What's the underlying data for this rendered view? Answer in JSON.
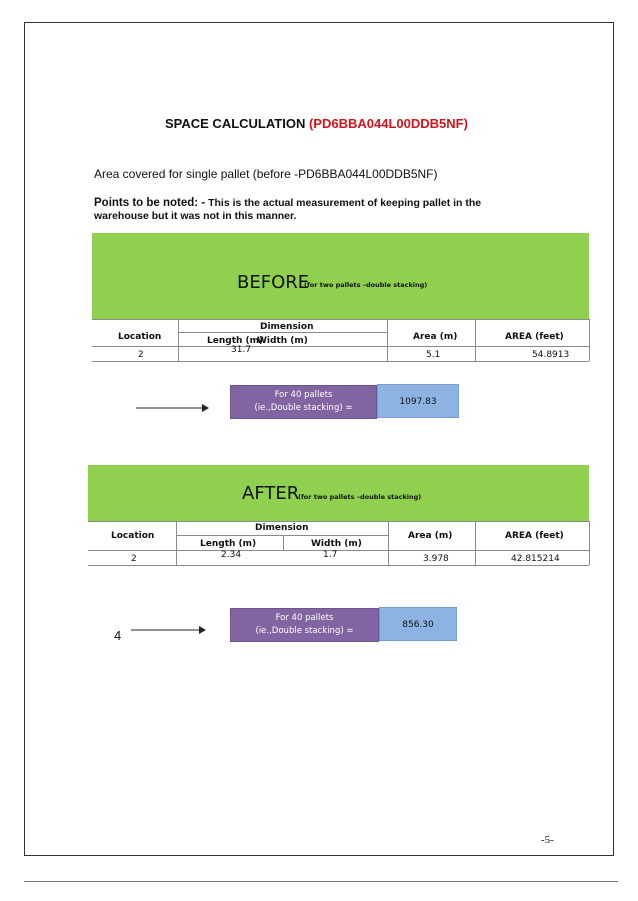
{
  "title": {
    "prefix": "SPACE CALCULATION ",
    "code": "(PD6BBA044L00DDB5NF)"
  },
  "area_line": "Area covered for single pallet (before -PD6BBA044L00DDB5NF)",
  "points": {
    "label": "Points to be noted: -",
    "text": " This is the actual measurement of keeping pallet in the warehouse but it was not in this manner."
  },
  "before": {
    "heading": "BEFORE",
    "note": "(for two pallets –double stacking)",
    "headers": {
      "location": "Location",
      "dimension": "Dimension",
      "length": "Length (m)",
      "width": "Width (m)",
      "area_m": "Area (m)",
      "area_ft": "AREA (feet)"
    },
    "row": {
      "location": "2",
      "length": "31.7",
      "width": "",
      "area_m": "5.1",
      "area_ft": "54.8913"
    },
    "total_label_1": "For 40 pallets",
    "total_label_2": "(ie.,Double stacking) =",
    "total_value": "1097.83"
  },
  "after": {
    "heading": "AFTER",
    "note": "(for two pallets –double stacking)",
    "headers": {
      "location": "Location",
      "dimension": "Dimension",
      "length": "Length (m)",
      "width": "Width (m)",
      "area_m": "Area (m)",
      "area_ft": "AREA (feet)"
    },
    "row": {
      "location": "2",
      "length": "2.34",
      "width": "1.7",
      "area_m": "3.978",
      "area_ft": "42.815214"
    },
    "total_label_1": "For 40 pallets",
    "total_label_2": "(ie.,Double stacking) =",
    "total_value": "856.30"
  },
  "side_number": "4",
  "page_number": "-5-",
  "colors": {
    "banner_green": "#8fd14f",
    "total_box_purple": "#8065a2",
    "value_box_blue": "#8db3e2",
    "title_code_red": "#d2141c"
  }
}
